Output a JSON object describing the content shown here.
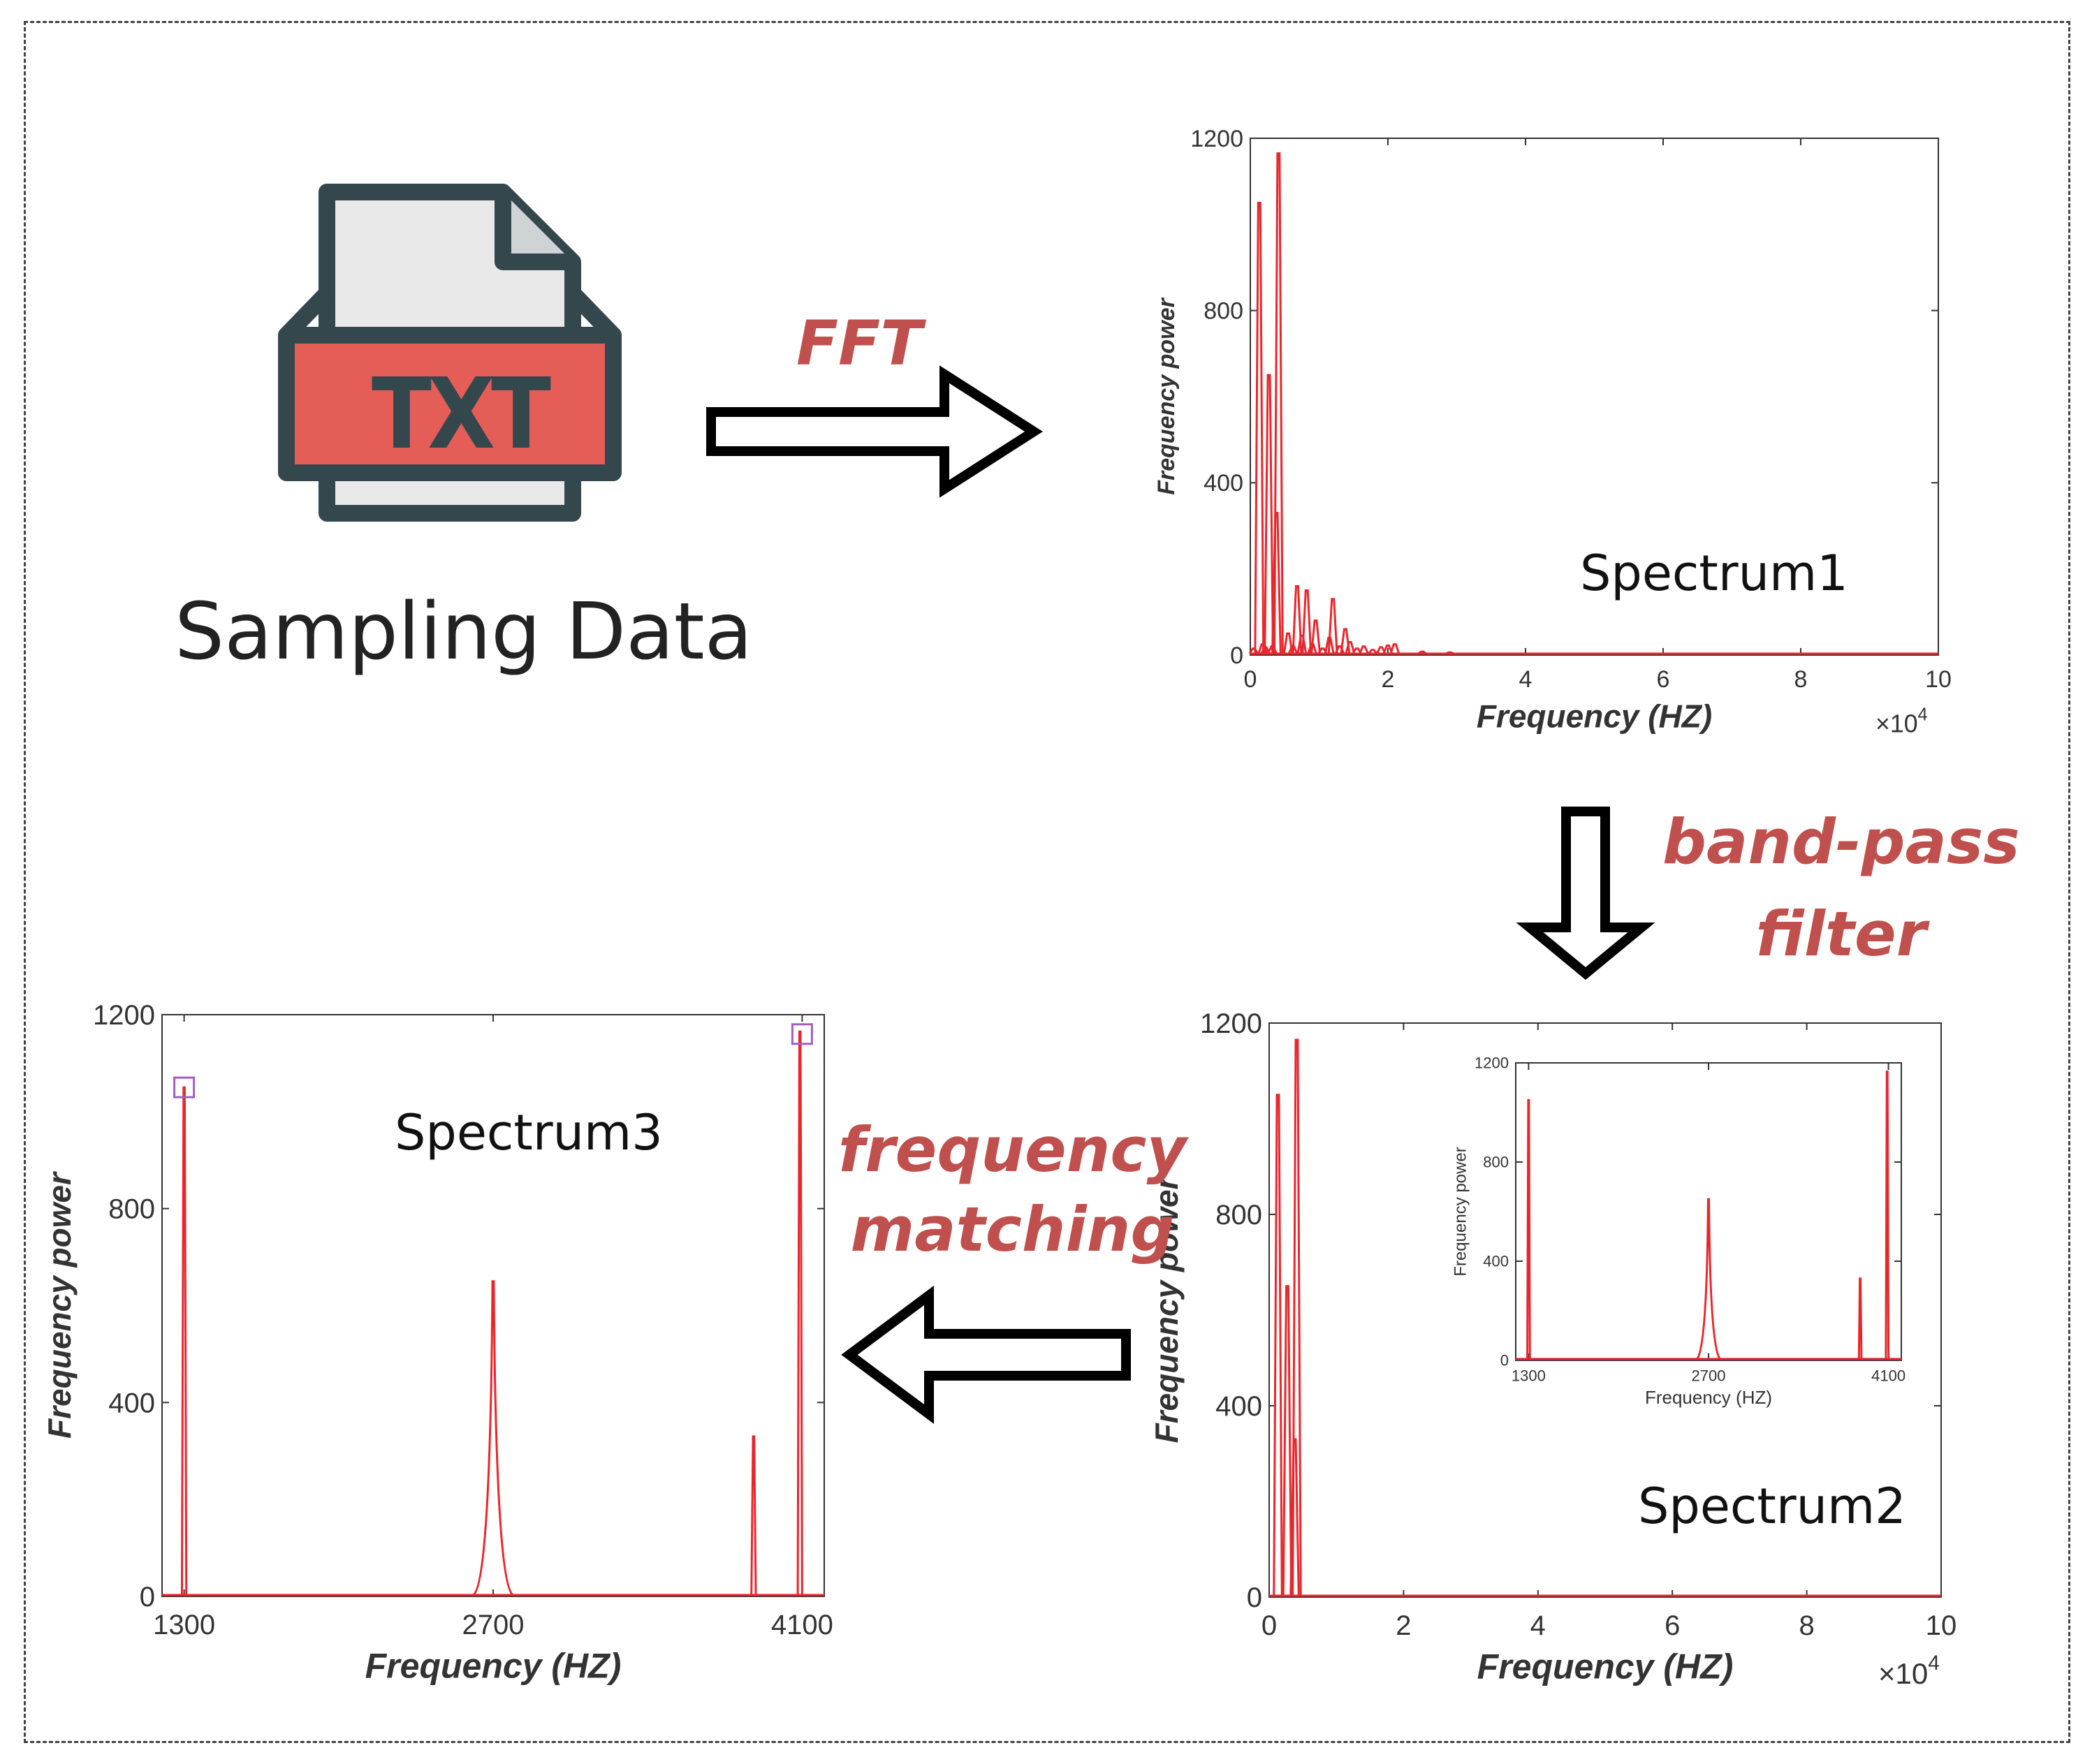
{
  "sampling": {
    "icon_text": "TXT",
    "label": "Sampling Data"
  },
  "steps": {
    "fft": "FFT",
    "bandpass_line1": "band-pass",
    "bandpass_line2": "filter",
    "matching_line1": "frequency",
    "matching_line2": "matching"
  },
  "spectra": {
    "s1_label": "Spectrum1",
    "s2_label": "Spectrum2",
    "s3_label": "Spectrum3"
  },
  "colors": {
    "accent": "#c0504d",
    "signal": "#e8272d",
    "icon_band": "#e45e57",
    "icon_outline": "#34474d",
    "icon_page": "#e9e9e9",
    "curved_arrow": "#1fa58b",
    "marker": "#a25ec5"
  },
  "icons": [
    "txt-file-icon",
    "right-arrow-icon",
    "down-arrow-icon",
    "left-arrow-icon",
    "curved-zoom-arrow-icon"
  ],
  "chart_data": [
    {
      "id": "spectrum1",
      "type": "line",
      "xlabel": "Frequency (HZ)",
      "ylabel": "Frequency power",
      "x_multiplier": "×10^4",
      "xlim": [
        0,
        10
      ],
      "ylim": [
        0,
        1200
      ],
      "xticks": [
        0,
        2,
        4,
        6,
        8,
        10
      ],
      "yticks": [
        0,
        400,
        800,
        1200
      ],
      "x_unit_scale": 10000,
      "series": [
        {
          "x": [
            0.13,
            0.27,
            0.41
          ],
          "peaks": [
            {
              "x": 0.05,
              "y": 15
            },
            {
              "x": 0.13,
              "y": 1050
            },
            {
              "x": 0.18,
              "y": 25
            },
            {
              "x": 0.22,
              "y": 18
            },
            {
              "x": 0.27,
              "y": 650
            },
            {
              "x": 0.32,
              "y": 20
            },
            {
              "x": 0.38,
              "y": 330
            },
            {
              "x": 0.41,
              "y": 1165
            },
            {
              "x": 0.55,
              "y": 50
            },
            {
              "x": 0.62,
              "y": 20
            },
            {
              "x": 0.68,
              "y": 160
            },
            {
              "x": 0.75,
              "y": 45
            },
            {
              "x": 0.82,
              "y": 150
            },
            {
              "x": 0.9,
              "y": 25
            },
            {
              "x": 0.95,
              "y": 80
            },
            {
              "x": 1.05,
              "y": 15
            },
            {
              "x": 1.15,
              "y": 40
            },
            {
              "x": 1.2,
              "y": 130
            },
            {
              "x": 1.3,
              "y": 20
            },
            {
              "x": 1.38,
              "y": 60
            },
            {
              "x": 1.45,
              "y": 30
            },
            {
              "x": 1.55,
              "y": 15
            },
            {
              "x": 1.65,
              "y": 20
            },
            {
              "x": 1.78,
              "y": 12
            },
            {
              "x": 1.9,
              "y": 18
            },
            {
              "x": 2.0,
              "y": 22
            },
            {
              "x": 2.1,
              "y": 25
            },
            {
              "x": 2.5,
              "y": 8
            },
            {
              "x": 2.9,
              "y": 6
            }
          ]
        }
      ]
    },
    {
      "id": "spectrum2",
      "type": "line",
      "xlabel": "Frequency (HZ)",
      "ylabel": "Frequency power",
      "x_multiplier": "×10^4",
      "xlim": [
        0,
        10
      ],
      "ylim": [
        0,
        1200
      ],
      "xticks": [
        0,
        2,
        4,
        6,
        8,
        10
      ],
      "yticks": [
        0,
        400,
        800,
        1200
      ],
      "series": [
        {
          "peaks": [
            {
              "x": 0.13,
              "y": 1050
            },
            {
              "x": 0.27,
              "y": 650
            },
            {
              "x": 0.38,
              "y": 330
            },
            {
              "x": 0.41,
              "y": 1165
            }
          ]
        }
      ]
    },
    {
      "id": "spectrum2-inset",
      "type": "line",
      "xlabel": "Frequency (HZ)",
      "ylabel": "Frequency power",
      "xlim": [
        1200,
        4200
      ],
      "ylim": [
        0,
        1200
      ],
      "xticks": [
        1300,
        2700,
        4100
      ],
      "yticks": [
        0,
        400,
        800,
        1200
      ],
      "series": [
        {
          "peaks": [
            {
              "x": 1300,
              "y": 1050
            },
            {
              "x": 2700,
              "y": 650
            },
            {
              "x": 3880,
              "y": 330
            },
            {
              "x": 4090,
              "y": 1165
            }
          ]
        }
      ]
    },
    {
      "id": "spectrum3",
      "type": "line",
      "xlabel": "Frequency (HZ)",
      "ylabel": "Frequency power",
      "xlim": [
        1200,
        4200
      ],
      "ylim": [
        0,
        1200
      ],
      "xticks": [
        1300,
        2700,
        4100
      ],
      "yticks": [
        0,
        400,
        800,
        1200
      ],
      "series": [
        {
          "peaks": [
            {
              "x": 1300,
              "y": 1050
            },
            {
              "x": 2700,
              "y": 650
            },
            {
              "x": 3880,
              "y": 330
            },
            {
              "x": 4090,
              "y": 1165
            }
          ]
        }
      ],
      "matched_peaks": [
        {
          "x": 1300,
          "y": 1050
        },
        {
          "x": 4100,
          "y": 1160
        }
      ]
    }
  ]
}
